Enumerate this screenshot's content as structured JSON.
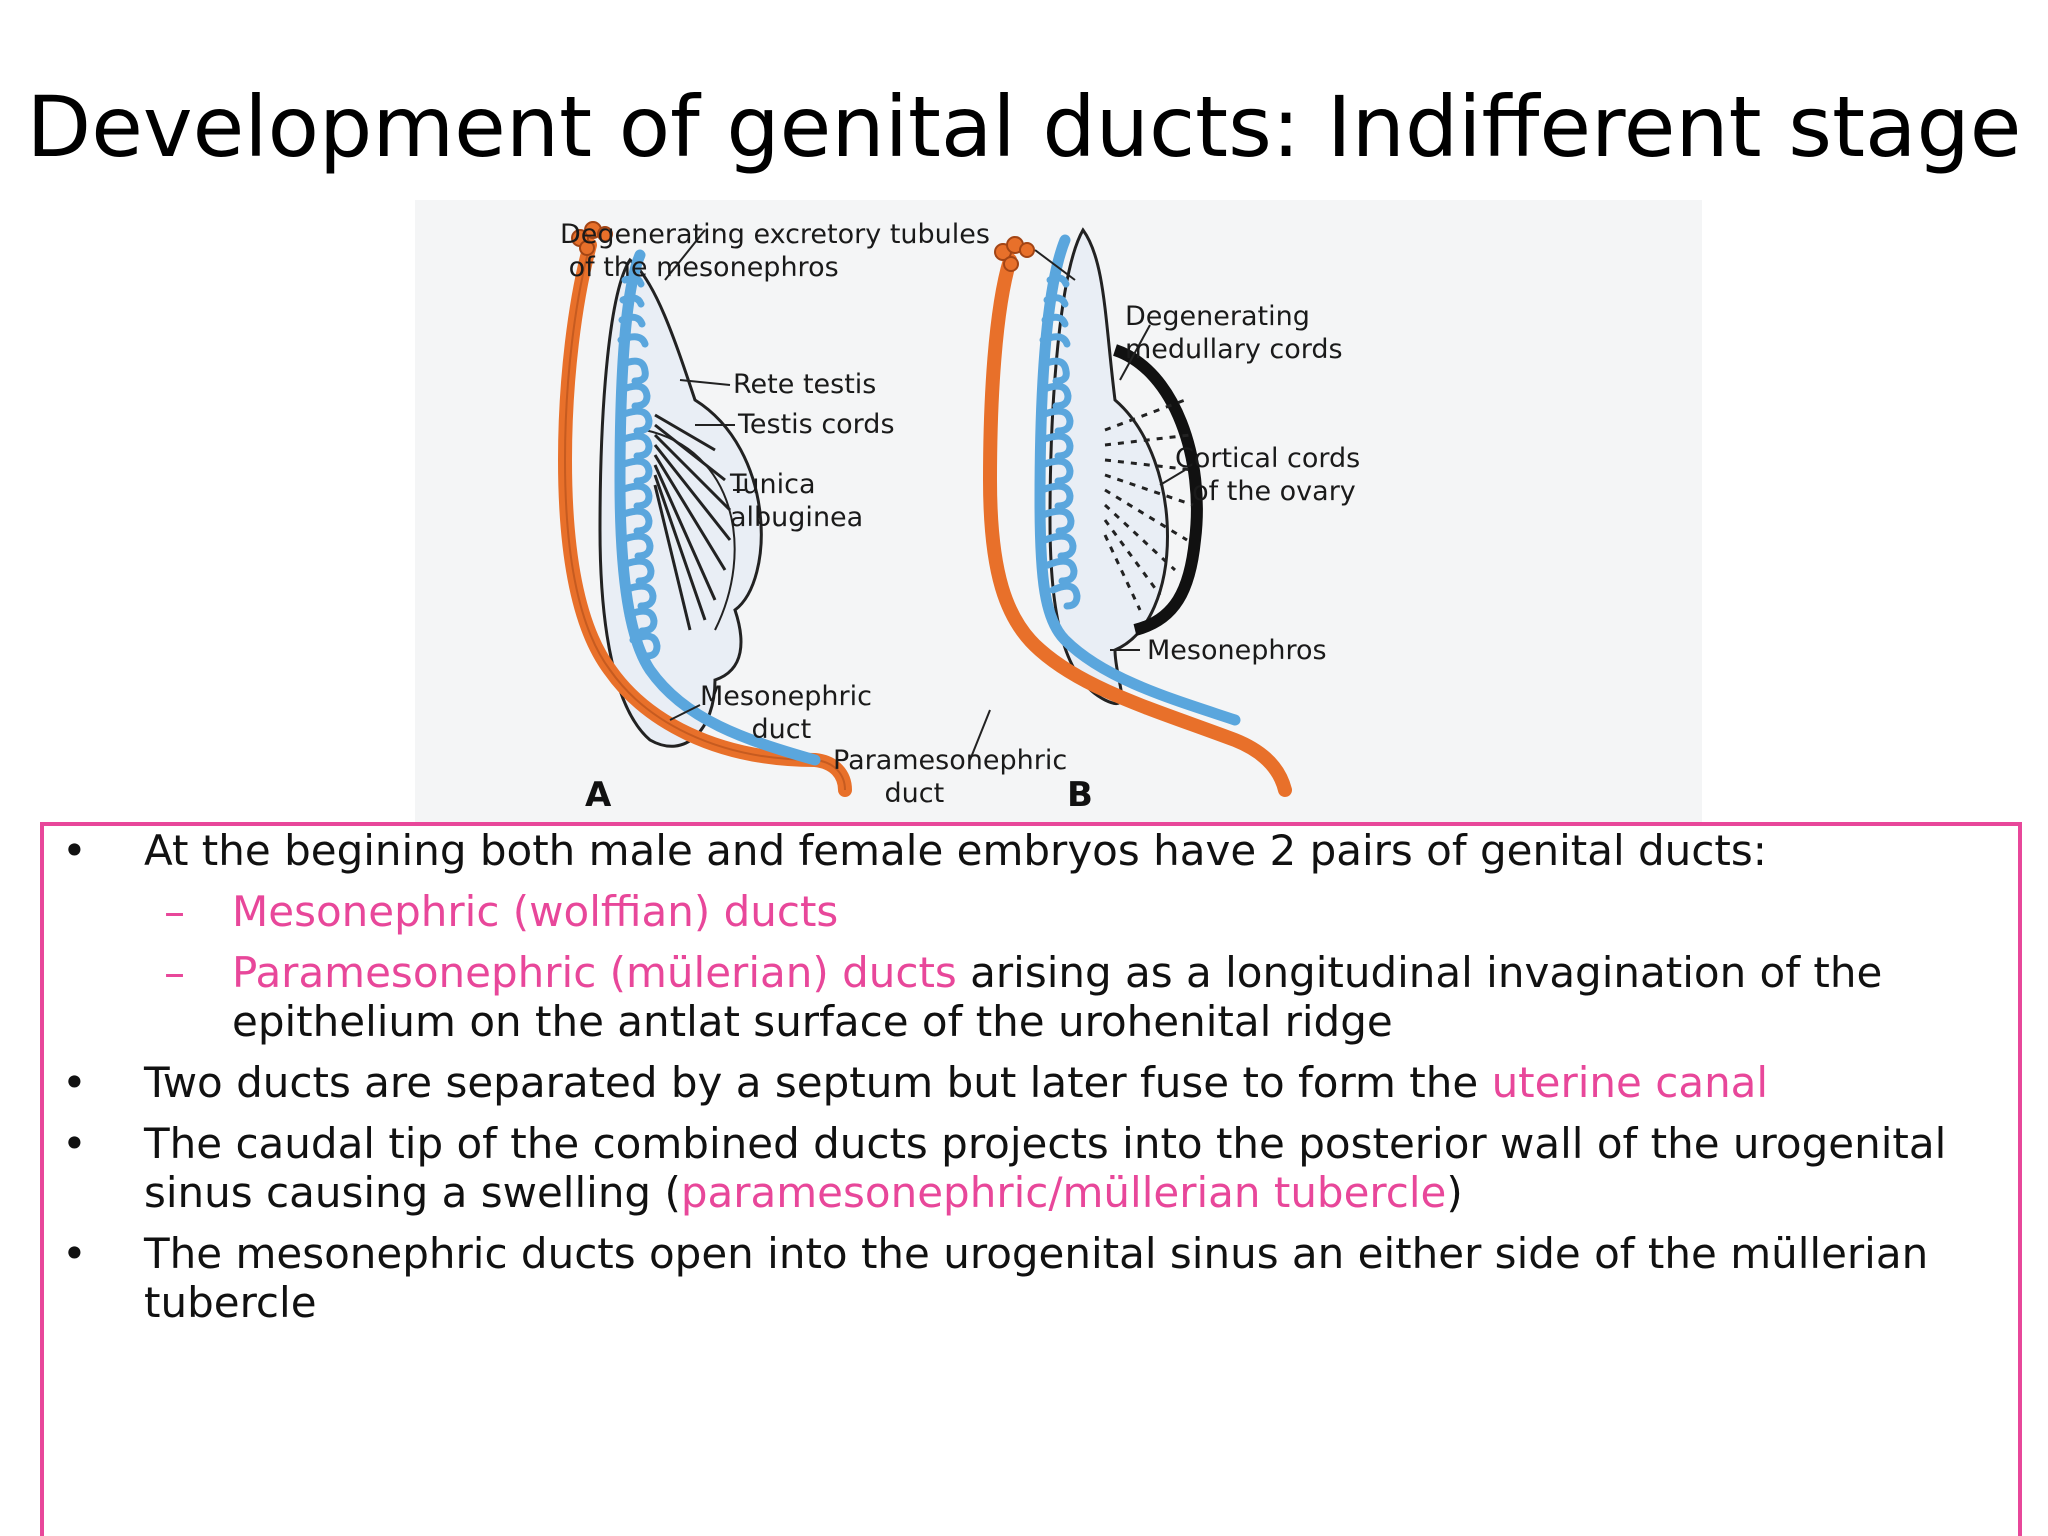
{
  "title": "Development of genital ducts: Indifferent stage",
  "figure": {
    "labels": {
      "degenerating_tubules": "Degenerating excretory tubules\n of the mesonephros",
      "rete_testis": "Rete testis",
      "testis_cords": "Testis cords",
      "tunica_albuginea": "Tunica\nalbuginea",
      "mesonephric_duct": "Mesonephric\n      duct",
      "paramesonephric_duct": "Paramesonephric\n      duct",
      "degenerating_medullary": "Degenerating\nmedullary cords",
      "cortical_cords": "Cortical cords\n  of the ovary",
      "mesonephros": "Mesonephros"
    },
    "panel_a": "A",
    "panel_b": "B",
    "colors": {
      "paramesonephric": "#e8702a",
      "mesonephric": "#5aa6dd",
      "gonad": "#e9eef5"
    }
  },
  "bullets": [
    {
      "text": "At the begining both male and female embryos have 2 pairs of genital ducts:"
    },
    {
      "pink": "Mesonephric (wolffian) ducts"
    },
    {
      "pink": "Paramesonephric (mülerian) ducts",
      "text": " arising as a longitudinal invagination of the",
      "cont": "epithelium on the antlat surface of the urohenital ridge"
    },
    {
      "text": "Two ducts are separated by a septum but later fuse to form the ",
      "pink": "uterine canal"
    },
    {
      "text": "The caudal tip of the combined ducts projects into the posterior wall of the urogenital",
      "cont_pre": "sinus causing a swelling (",
      "cont_pink": "paramesonephric/müllerian tubercle",
      "cont_post": ")"
    },
    {
      "text": "The mesonephric ducts open into the urogenital sinus an either side of the müllerian",
      "cont": "tubercle"
    }
  ],
  "markers": {
    "bullet": "•",
    "dash": "–"
  }
}
